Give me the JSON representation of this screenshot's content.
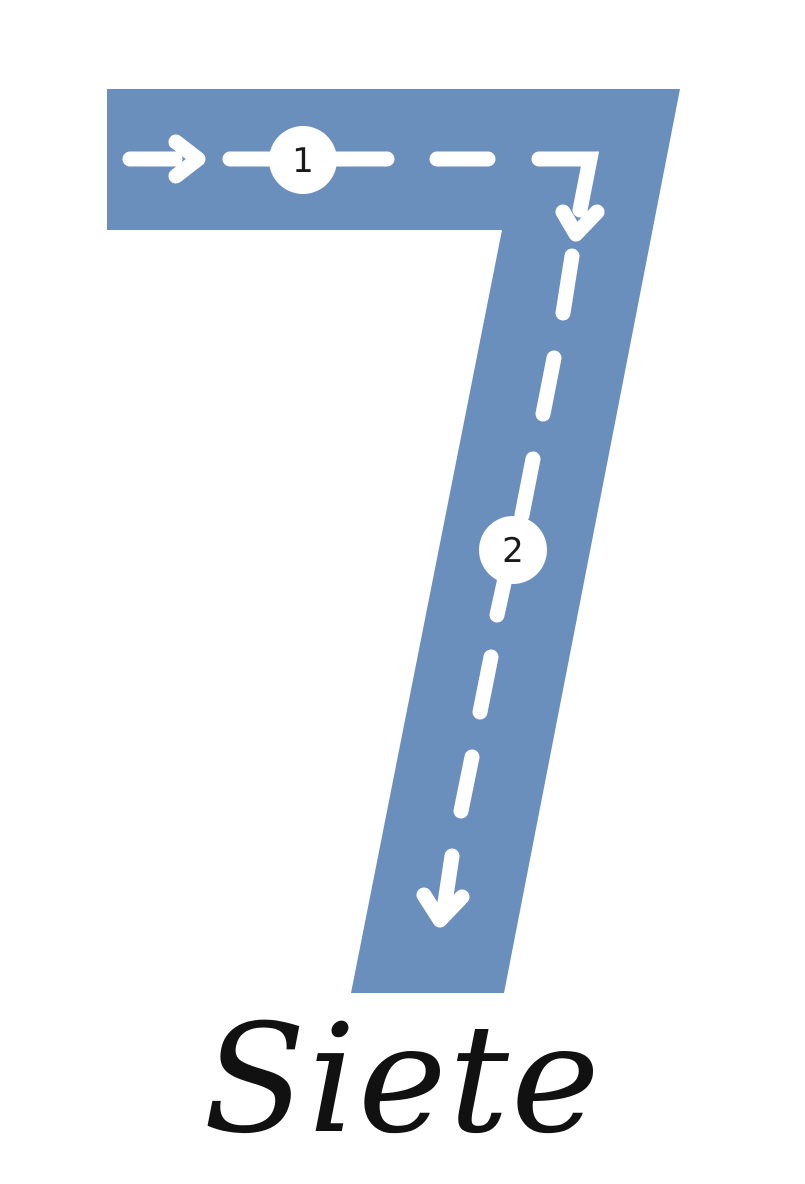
{
  "numeral": {
    "glyph": "7",
    "fill_color": "#6b8fbd",
    "guide_color": "#ffffff"
  },
  "strokes": [
    {
      "number": "1",
      "direction": "right-then-down"
    },
    {
      "number": "2",
      "direction": "down-diagonal"
    }
  ],
  "word": {
    "text": "Siete",
    "color": "#111111"
  },
  "icons": {
    "start_arrow": "arrow-right-icon",
    "corner_arrow": "arrow-down-icon",
    "end_arrow": "arrow-down-icon"
  }
}
